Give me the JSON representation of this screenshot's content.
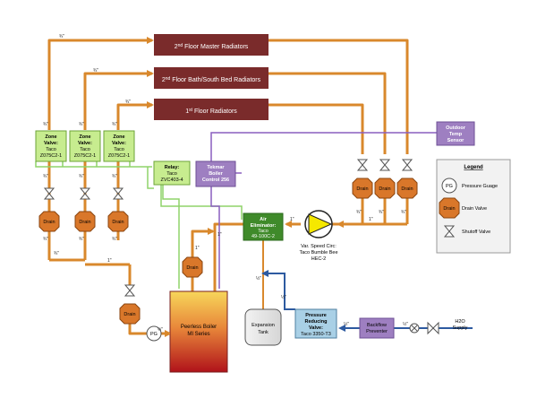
{
  "radiators": {
    "second_master": {
      "pre": "2",
      "sup": "nd",
      "post": " Floor Master Radiators"
    },
    "second_bath": {
      "pre": "2",
      "sup": "nd",
      "post": " Floor Bath/South Bed Radiators"
    },
    "first": {
      "pre": "1",
      "sup": "st",
      "post": " Floor Radiators"
    }
  },
  "zone_valves": [
    {
      "line1": "Zone",
      "line2": "Valve:",
      "line3": "Taco",
      "line4": "Z075C2-1"
    },
    {
      "line1": "Zone",
      "line2": "Valve:",
      "line3": "Taco",
      "line4": "Z075C2-1"
    },
    {
      "line1": "Zone",
      "line2": "Valve:",
      "line3": "Taco",
      "line4": "Z075C2-1"
    }
  ],
  "relay": {
    "line1": "Relay:",
    "line2": "Taco",
    "line3": "ZVC403-4"
  },
  "tekmar": {
    "line1": "Tekmar",
    "line2": "Boiler",
    "line3": "Control 256"
  },
  "outdoor_sensor": {
    "line1": "Outdoor",
    "line2": "Temp",
    "line3": "Sensor"
  },
  "air_eliminator": {
    "line1": "Air",
    "line2": "Eliminator:",
    "line3": "Taco",
    "line4": "49-100C-2"
  },
  "circulator": {
    "line1": "Var. Speed Circ:",
    "line2": "Taco Bumble Bee",
    "line3": "HEC-2"
  },
  "expansion_tank": {
    "line1": "Expansion",
    "line2": "Tank"
  },
  "boiler": {
    "line1": "Peerless Boiler",
    "line2": "MI Series"
  },
  "prv": {
    "line1": "Pressure",
    "line2": "Reducing",
    "line3": "Valve:",
    "line4": "Taco 3350-T3"
  },
  "backflow": {
    "line1": "Backflow",
    "line2": "Preventer"
  },
  "h2o": {
    "line1": "H2O",
    "line2": "Supply"
  },
  "pg_label": "PG",
  "drain_label": "Drain",
  "legend": {
    "title": "Legend",
    "items": [
      {
        "symbol": "PG",
        "label": "Pressure Guage"
      },
      {
        "symbol": "Drain",
        "label": "Drain Valve"
      },
      {
        "symbol": "",
        "label": "Shutoff Valve"
      }
    ]
  },
  "pipe_sizes": {
    "q34": "¾\"",
    "one": "1\"",
    "half": "½\""
  },
  "colors": {
    "pipe": "#d9882c",
    "radiator": "#7a2b2b",
    "green_box": "#c7ec8f",
    "green_border": "#6ea33a",
    "purple_box": "#9e7fc1",
    "purple_line": "#8a5fbf",
    "dark_green": "#3f8a2a",
    "drain": "#d9772a",
    "pump": "#f5e800",
    "blue_box": "#a9d0e6",
    "water_line": "#2d5aa0"
  }
}
